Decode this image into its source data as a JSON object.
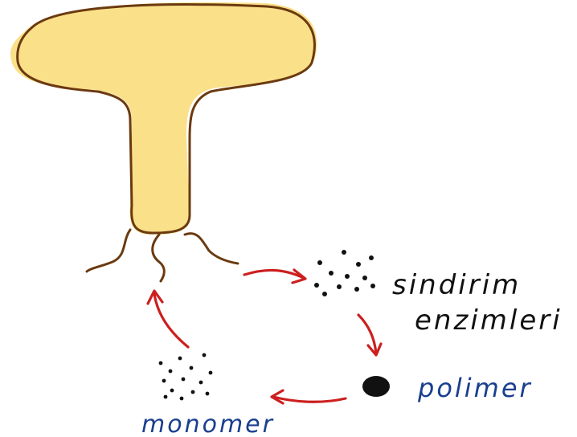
{
  "colors": {
    "mushroom_fill": "#fbe08a",
    "outline": "#6b3a10",
    "arrow": "#cc1f1f",
    "dots": "#111111",
    "label_black": "#111111",
    "label_blue": "#1a3f8f"
  },
  "labels": {
    "enzymes_line1": "sindirim",
    "enzymes_line2": "enzimleri",
    "polymer": "polimer",
    "monomer": "monomer"
  }
}
